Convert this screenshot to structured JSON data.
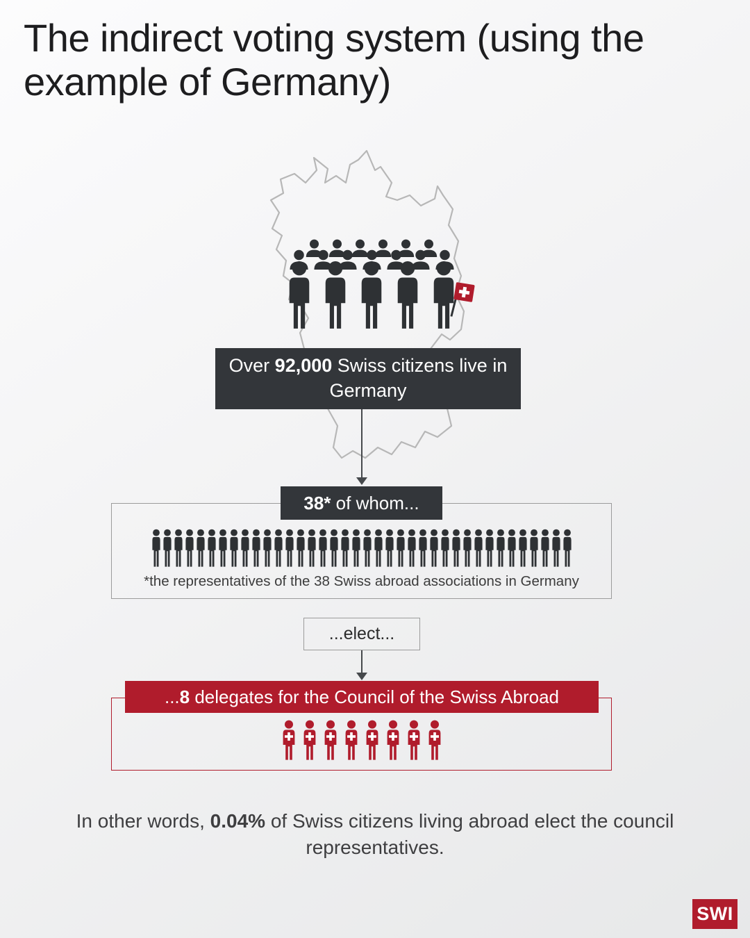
{
  "colors": {
    "dark": "#33363a",
    "red": "#b01c2c",
    "icon": "#2e3134",
    "map-stroke": "#b7b7b7"
  },
  "header": {
    "title": "The indirect voting system (using the example of Germany)"
  },
  "map": {
    "country": "Germany",
    "flag_icon": "swiss-flag",
    "crowd": {
      "back_row": 6,
      "mid_row": 7,
      "front_row": 5
    }
  },
  "flow": {
    "citizens": {
      "prefix": "Over ",
      "number": "92,000",
      "suffix": " Swiss citizens live in Germany"
    },
    "whom": {
      "number": "38*",
      "suffix": " of whom..."
    },
    "associations": {
      "count": 38,
      "footnote": "*the representatives of the 38 Swiss abroad associations in Germany"
    },
    "elect": {
      "label": "...elect..."
    },
    "delegates": {
      "prefix": "...",
      "number": "8",
      "suffix": " delegates for the Council of the Swiss Abroad",
      "count": 8
    }
  },
  "footer": {
    "prefix": "In other words, ",
    "bold": "0.04%",
    "suffix": " of Swiss citizens living abroad elect the council representatives."
  },
  "logo": {
    "label": "SWI"
  }
}
